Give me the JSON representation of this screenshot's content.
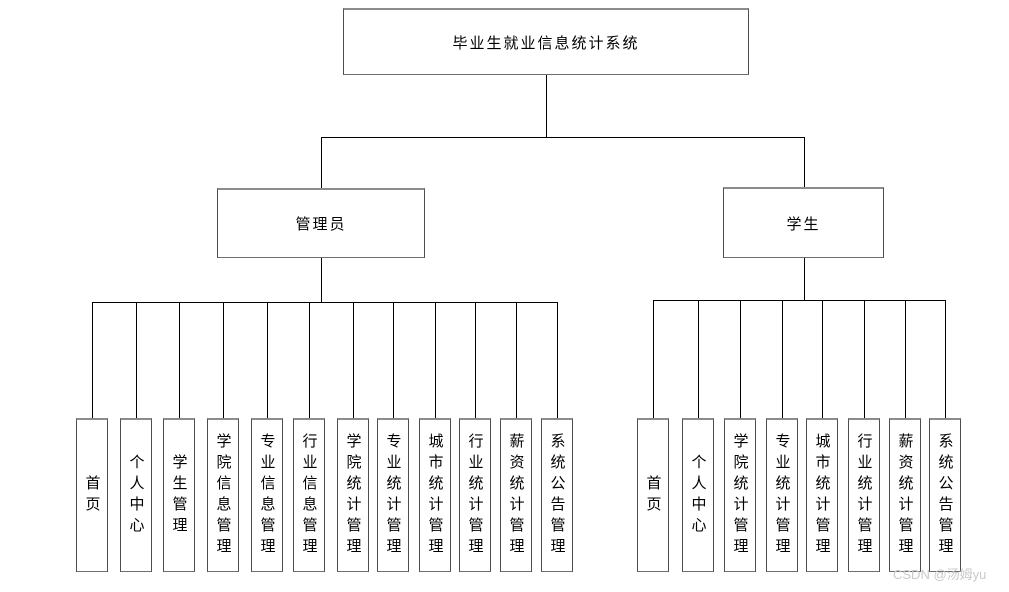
{
  "diagram": {
    "title": "毕业生就业信息统计系统",
    "branches": [
      {
        "label": "管理员",
        "children": [
          "首页",
          "个人中心",
          "学生管理",
          "学院信息管理",
          "专业信息管理",
          "行业信息管理",
          "学院统计管理",
          "专业统计管理",
          "城市统计管理",
          "行业统计管理",
          "薪资统计管理",
          "系统公告管理"
        ]
      },
      {
        "label": "学生",
        "children": [
          "首页",
          "个人中心",
          "学院统计管理",
          "专业统计管理",
          "城市统计管理",
          "行业统计管理",
          "薪资统计管理",
          "系统公告管理"
        ]
      }
    ]
  },
  "watermark": "CSDN @汤姆yu",
  "colors": {
    "background": "#ffffff",
    "box_fill": "#ffffff",
    "box_border": "#4d4d4d",
    "box_border_top": "#8c8c8c",
    "connector_line": "#000000",
    "text": "#000000",
    "watermark_text": "#c9c9c9"
  }
}
